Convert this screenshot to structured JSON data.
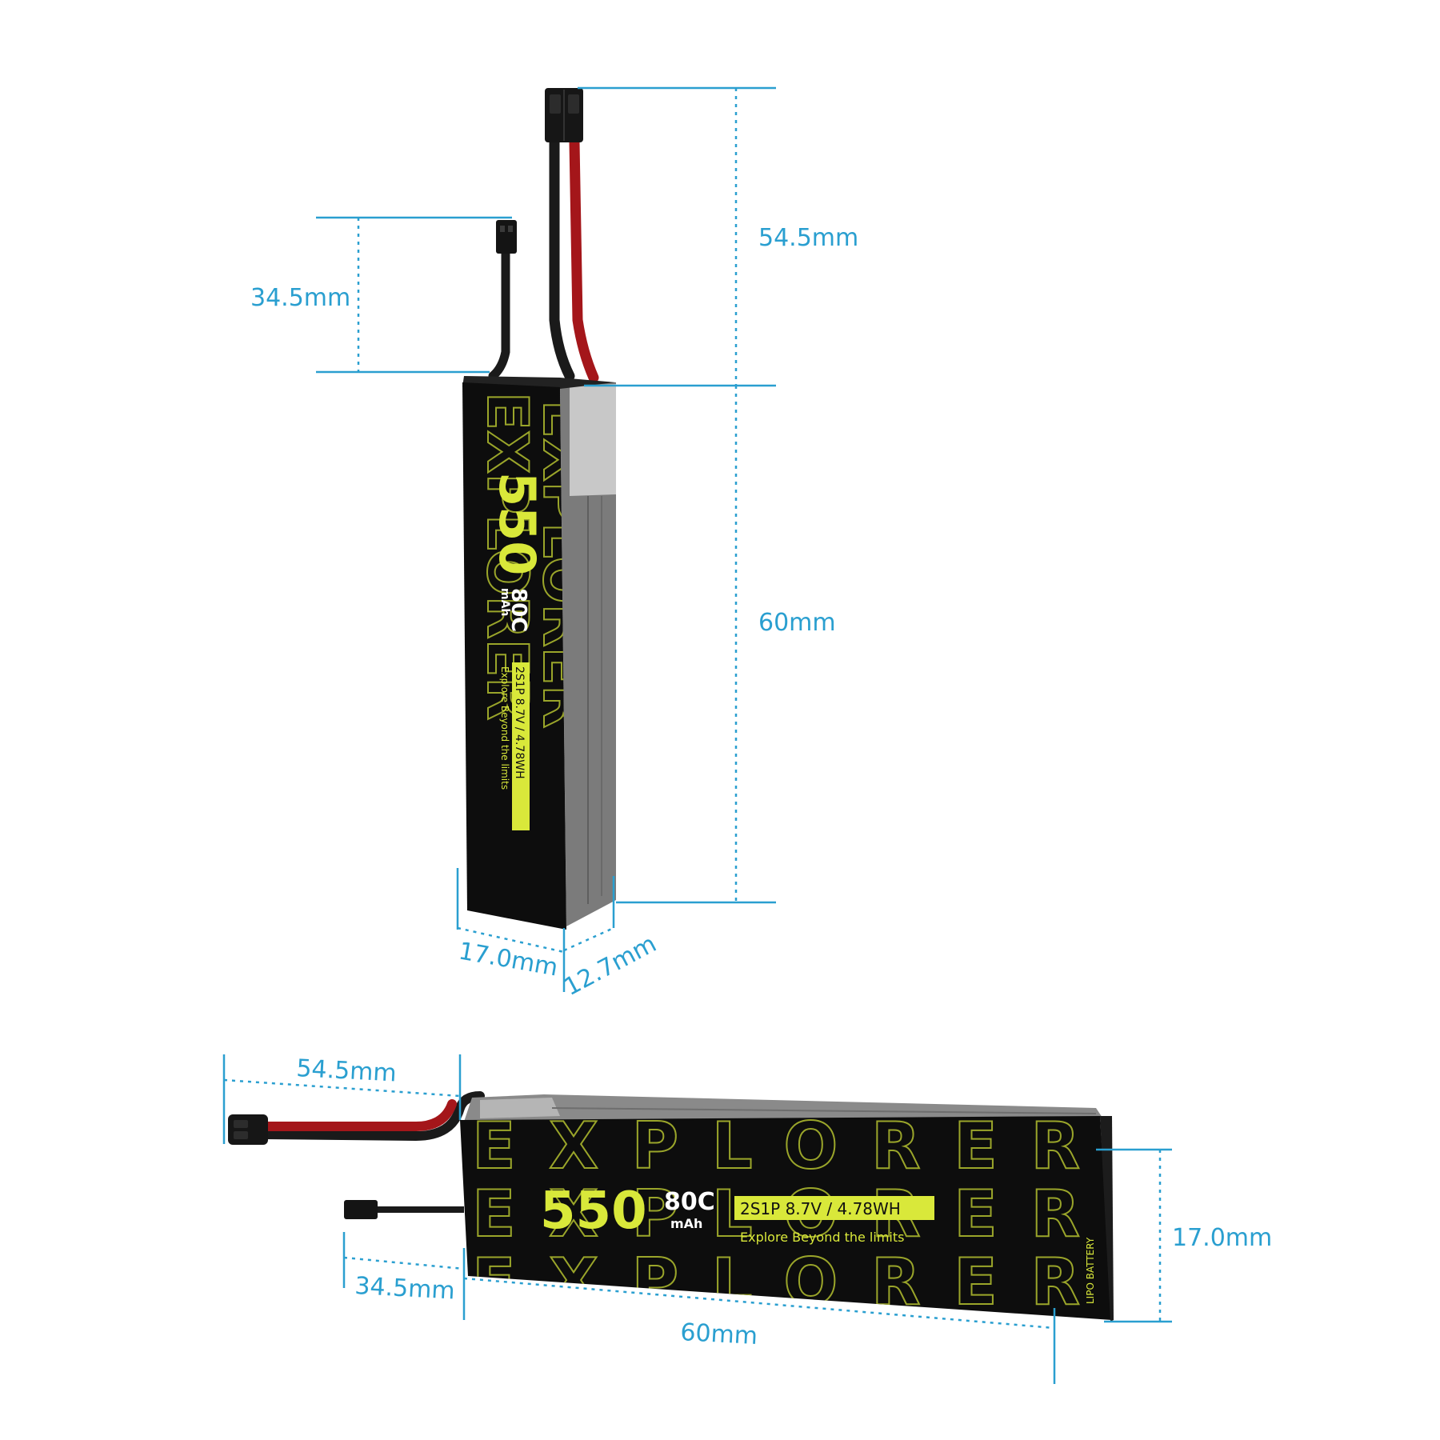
{
  "colors": {
    "dimension": "#2a9fd0",
    "battery_body": "#0d0d0d",
    "battery_accent": "#d9e83a",
    "battery_side": "#7a7a7a",
    "wire_red": "#a4161a",
    "wire_black": "#1a1a1a"
  },
  "battery": {
    "capacity": "550",
    "capacity_unit": "mAh",
    "c_rating": "80C",
    "spec": "2S1P 8.7V / 4.78WH",
    "slogan": "Explore Beyond the limits",
    "watermark": "EXPLORER",
    "side_label": "LIPO BATTERY"
  },
  "vertical_view": {
    "balance_lead_length": "34.5mm",
    "main_lead_length": "54.5mm",
    "body_length": "60mm",
    "width": "17.0mm",
    "thickness": "12.7mm"
  },
  "horizontal_view": {
    "main_lead_length": "54.5mm",
    "balance_lead_length": "34.5mm",
    "body_length": "60mm",
    "height": "17.0mm"
  }
}
